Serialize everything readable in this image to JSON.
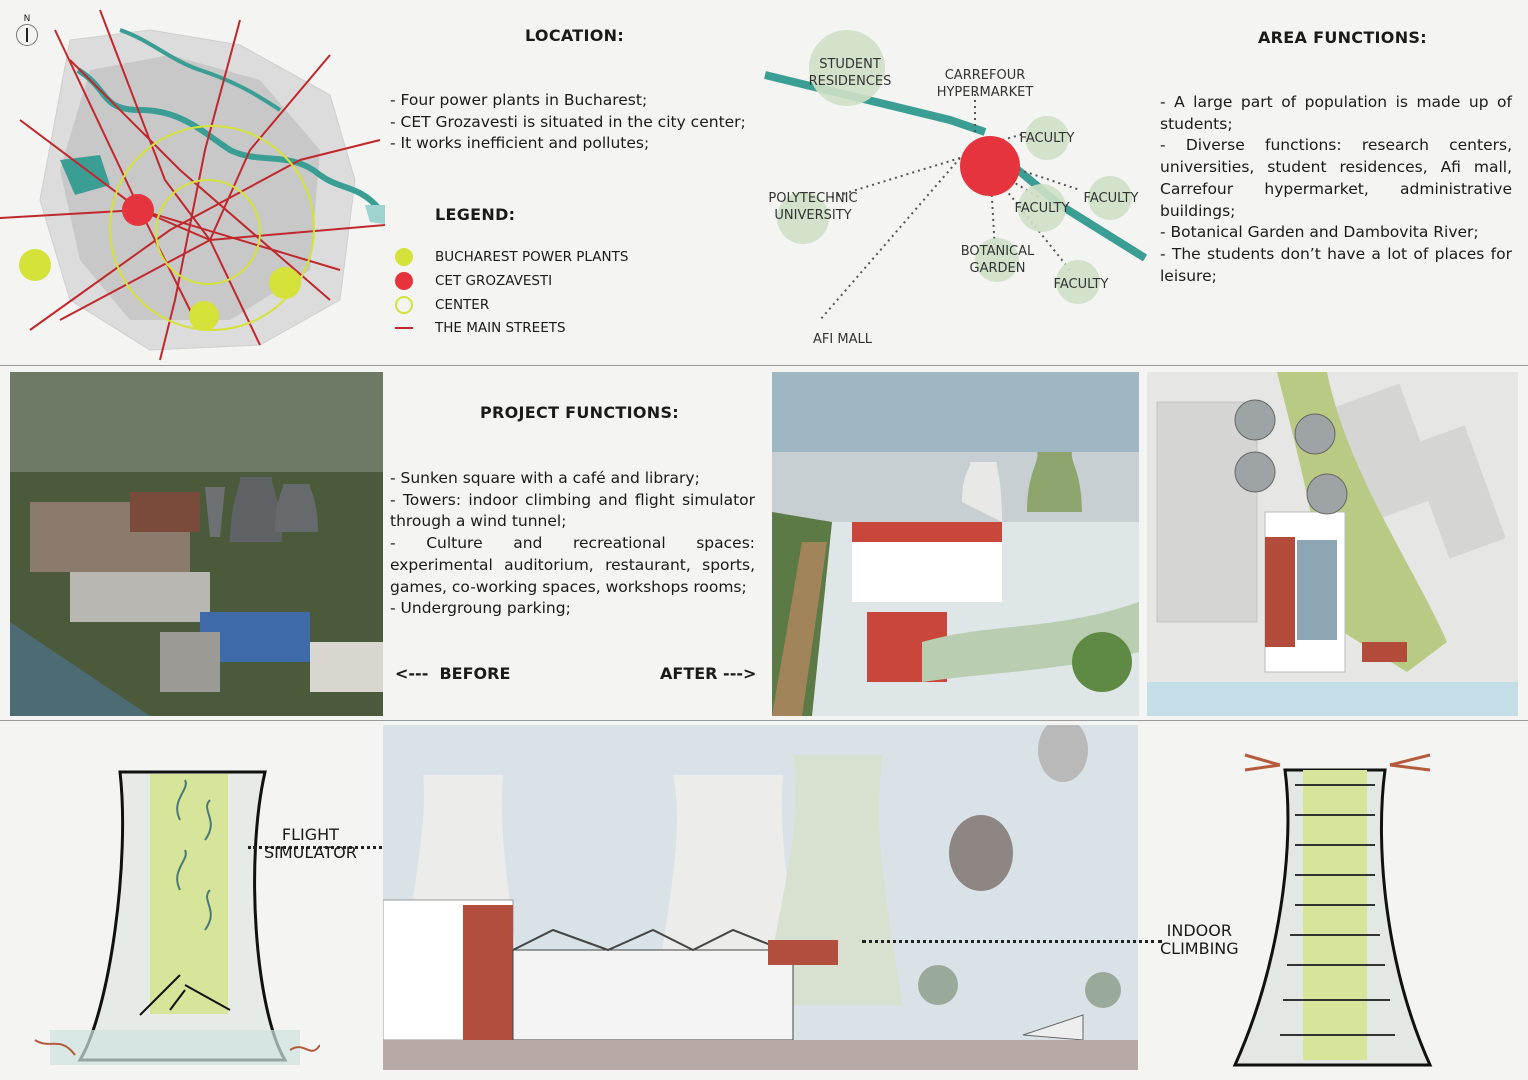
{
  "north": "N",
  "location": {
    "title": "LOCATION:",
    "text": "- Four power plants in Bucharest;\n- CET Grozavesti is situated in the city center;\n- It works inefficient and pollutes;"
  },
  "legend": {
    "title": "LEGEND:",
    "items": [
      {
        "label": "BUCHAREST POWER PLANTS",
        "color": "#d4e23a"
      },
      {
        "label": "CET GROZAVESTI",
        "color": "#e6343f"
      },
      {
        "label": "CENTER",
        "color": "#d4e23a"
      },
      {
        "label": "THE MAIN STREETS",
        "color": "#c0282d"
      }
    ]
  },
  "diagram": {
    "nodes": {
      "student_residences": "STUDENT\nRESIDENCES",
      "carrefour": "CARREFOUR\nHYPERMARKET",
      "faculty": "FACULTY",
      "polytechnic": "POLYTECHNIC\nUNIVERSITY",
      "botanical": "BOTANICAL\nGARDEN",
      "afi_mall": "AFI MALL"
    }
  },
  "area_functions": {
    "title": "AREA FUNCTIONS:",
    "text": "- A large part of population is made up of students;\n- Diverse functions: research centers, universities, student residences, Afi mall, Carrefour hypermarket, administrative buildings;\n- Botanical Garden and Dambovita River;\n- The students don’t have a lot of places for leisure;"
  },
  "project_functions": {
    "title": "PROJECT FUNCTIONS:",
    "text": "- Sunken square with a café and library;\n- Towers: indoor climbing and flight simulator through a wind tunnel;\n- Culture and recreational spaces: experimental auditorium, restaurant, sports, games, co-working spaces, workshops rooms;\n- Undergroung parking;"
  },
  "before_label": "<---  BEFORE",
  "after_label": "AFTER --->",
  "flight_simulator": "FLIGHT\nSIMULATOR",
  "indoor_climbing": "INDOOR\nCLIMBING",
  "colors": {
    "accent_red": "#e6343f",
    "lime": "#d4e23a",
    "river": "#3a9e95",
    "node_green": "#cfe0c6"
  }
}
